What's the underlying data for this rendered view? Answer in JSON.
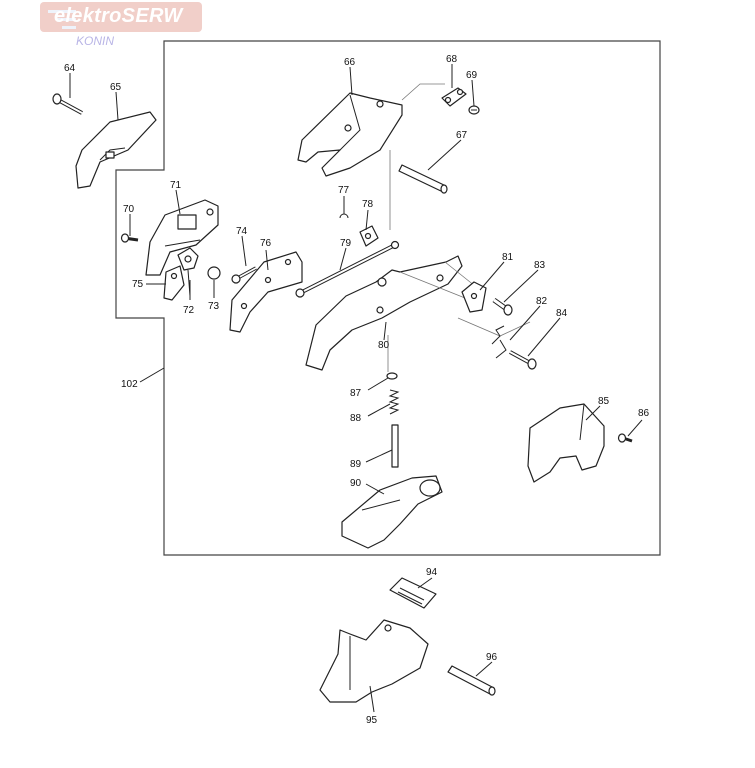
{
  "logo": {
    "brand_text": "elektroSERW",
    "sub_text": "KONIN"
  },
  "frame_label": "102",
  "parts": [
    {
      "id": "64",
      "label": "64"
    },
    {
      "id": "65",
      "label": "65"
    },
    {
      "id": "66",
      "label": "66"
    },
    {
      "id": "67",
      "label": "67"
    },
    {
      "id": "68",
      "label": "68"
    },
    {
      "id": "69",
      "label": "69"
    },
    {
      "id": "70",
      "label": "70"
    },
    {
      "id": "71",
      "label": "71"
    },
    {
      "id": "72",
      "label": "72"
    },
    {
      "id": "73",
      "label": "73"
    },
    {
      "id": "74",
      "label": "74"
    },
    {
      "id": "75",
      "label": "75"
    },
    {
      "id": "76",
      "label": "76"
    },
    {
      "id": "77",
      "label": "77"
    },
    {
      "id": "78",
      "label": "78"
    },
    {
      "id": "79",
      "label": "79"
    },
    {
      "id": "80",
      "label": "80"
    },
    {
      "id": "81",
      "label": "81"
    },
    {
      "id": "82",
      "label": "82"
    },
    {
      "id": "83",
      "label": "83"
    },
    {
      "id": "84",
      "label": "84"
    },
    {
      "id": "85",
      "label": "85"
    },
    {
      "id": "86",
      "label": "86"
    },
    {
      "id": "87",
      "label": "87"
    },
    {
      "id": "88",
      "label": "88"
    },
    {
      "id": "89",
      "label": "89"
    },
    {
      "id": "90",
      "label": "90"
    },
    {
      "id": "94",
      "label": "94"
    },
    {
      "id": "95",
      "label": "95"
    },
    {
      "id": "96",
      "label": "96"
    }
  ]
}
